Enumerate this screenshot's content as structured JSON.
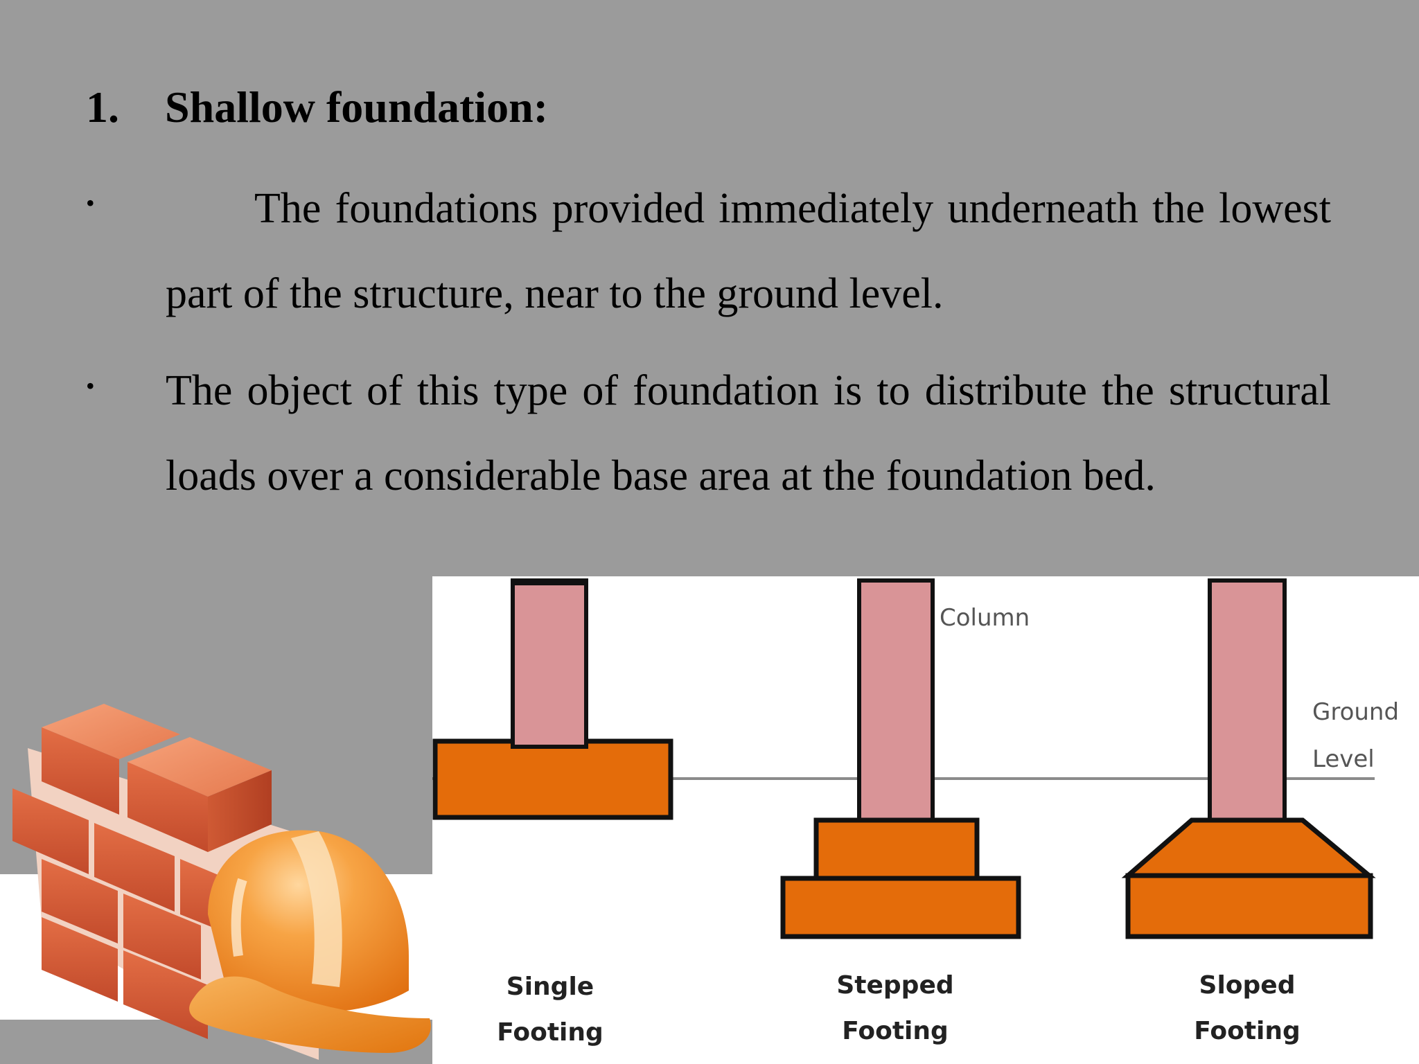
{
  "heading": {
    "number": "1.",
    "text": "Shallow foundation:"
  },
  "bullets": [
    {
      "symbol": "•",
      "text": "The foundations provided immediately underneath the lowest part of the structure, near to the ground level."
    },
    {
      "symbol": "•",
      "text": "The object of this type of foundation is to distribute the structural loads over a considerable base area at the foundation bed."
    }
  ],
  "diagram": {
    "column_label": "Column",
    "ground_label_line1": "Ground",
    "ground_label_line2": "Level",
    "footings": [
      {
        "line1": "Single",
        "line2": "Footing"
      },
      {
        "line1": "Stepped",
        "line2": "Footing"
      },
      {
        "line1": "Sloped",
        "line2": "Footing"
      }
    ],
    "colors": {
      "column": "#d99497",
      "footing": "#e46c0a",
      "outline": "#111111",
      "ground": "#8a8a8a"
    }
  },
  "clipart": {
    "icons": [
      "brick-wall-icon",
      "hard-hat-icon"
    ],
    "colors": {
      "brick": "#d9603a",
      "hat": "#f08a24"
    }
  }
}
